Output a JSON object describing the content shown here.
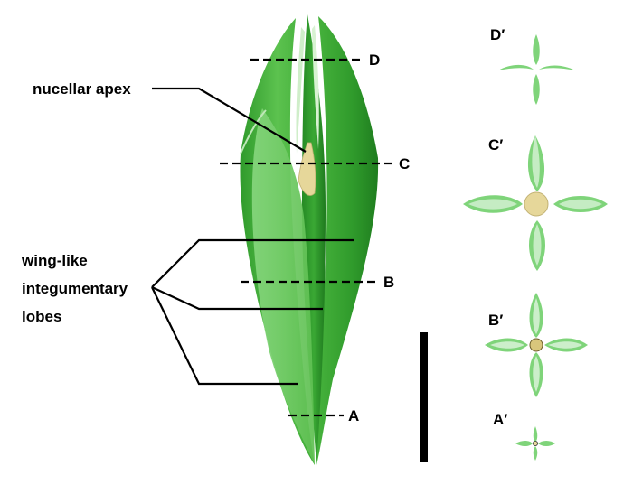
{
  "labels": {
    "nucellar_apex": "nucellar apex",
    "wing_like_1": "wing-like",
    "wing_like_2": "integumentary",
    "wing_like_3": "lobes"
  },
  "cut_planes": {
    "d": "D",
    "c": "C",
    "b": "B",
    "a": "A"
  },
  "sections": {
    "d": "D′",
    "c": "C′",
    "b": "B′",
    "a": "A′"
  },
  "colors": {
    "lobe_dark": "#2e9e2a",
    "lobe_mid": "#4cbc3f",
    "lobe_light": "#8fd987",
    "section_green": "#7fd47a",
    "nucellus": "#e6d79a",
    "scale_bar": "#000000"
  }
}
